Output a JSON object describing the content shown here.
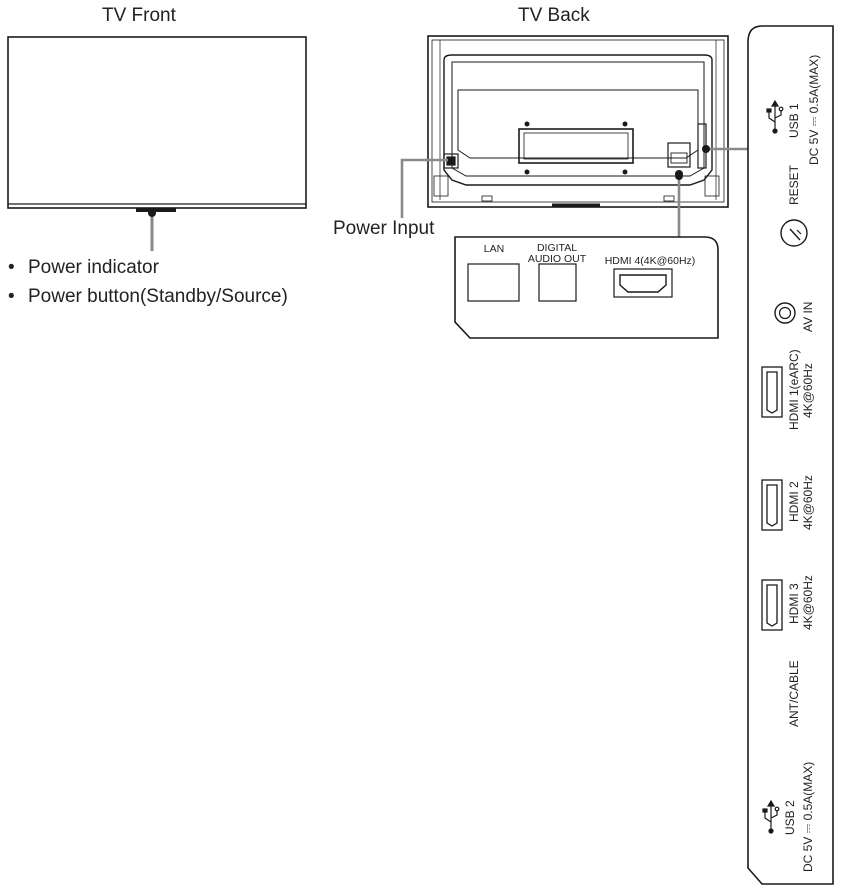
{
  "front": {
    "title": "TV Front",
    "bullets": [
      "Power indicator",
      "Power button(Standby/Source)"
    ]
  },
  "back": {
    "title": "TV Back",
    "power_input": "Power Input",
    "inset_ports": {
      "lan": "LAN",
      "digital_audio_line1": "DIGITAL",
      "digital_audio_line2": "AUDIO OUT",
      "hdmi4": "HDMI 4(4K@60Hz)"
    }
  },
  "side_panel": {
    "usb1_line1": "USB 1",
    "usb1_line2": "DC 5V ⎓ 0.5A(MAX)",
    "reset": "RESET",
    "av_in": "AV IN",
    "hdmi1_line1": "HDMI 1(eARC)",
    "hdmi1_line2": "4K@60Hz",
    "hdmi2_line1": "HDMI 2",
    "hdmi2_line2": "4K@60Hz",
    "hdmi3_line1": "HDMI 3",
    "hdmi3_line2": "4K@60Hz",
    "ant_cable": "ANT/CABLE",
    "usb2_line1": "USB 2",
    "usb2_line2": "DC 5V ⎓ 0.5A(MAX)"
  },
  "colors": {
    "line": "#1a1a1a",
    "callout": "#8a8a8a"
  }
}
